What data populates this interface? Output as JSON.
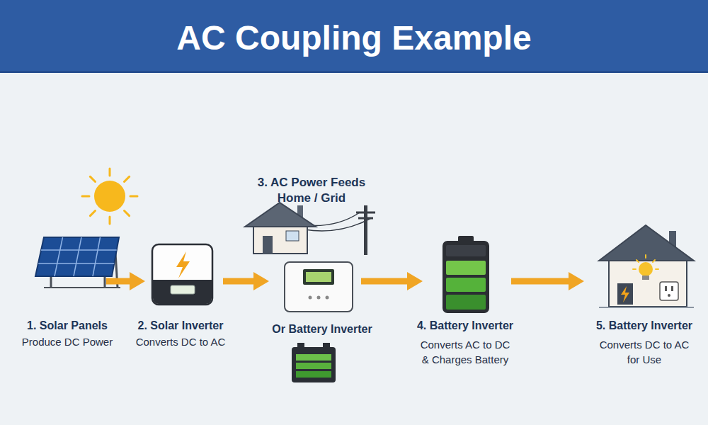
{
  "diagram": {
    "title": "AC Coupling Example",
    "nodes": [
      {
        "text": [
          "1. Solar Panels",
          "Produce DC Power"
        ]
      },
      {
        "text": [
          "2. Solar Inverter",
          "Converts DC to AC"
        ]
      },
      {
        "text": [
          "3. AC Power Feeds Home / Grid"
        ]
      },
      {
        "text": [
          "Or Battery Inverter"
        ]
      },
      {
        "text": [
          "4. Battery Inverter",
          "Converts AC to DC & Charges Battery"
        ]
      },
      {
        "text": [
          "5. Battery Inverter",
          "Converts DC to AC for Use"
        ]
      }
    ],
    "edges": [
      {
        "from": 0,
        "to": 1,
        "arrow": "to"
      },
      {
        "from": 1,
        "to": 3,
        "arrow": "to"
      },
      {
        "from": 3,
        "to": 4,
        "arrow": "to"
      },
      {
        "from": 4,
        "to": 5,
        "arrow": "to"
      }
    ]
  }
}
